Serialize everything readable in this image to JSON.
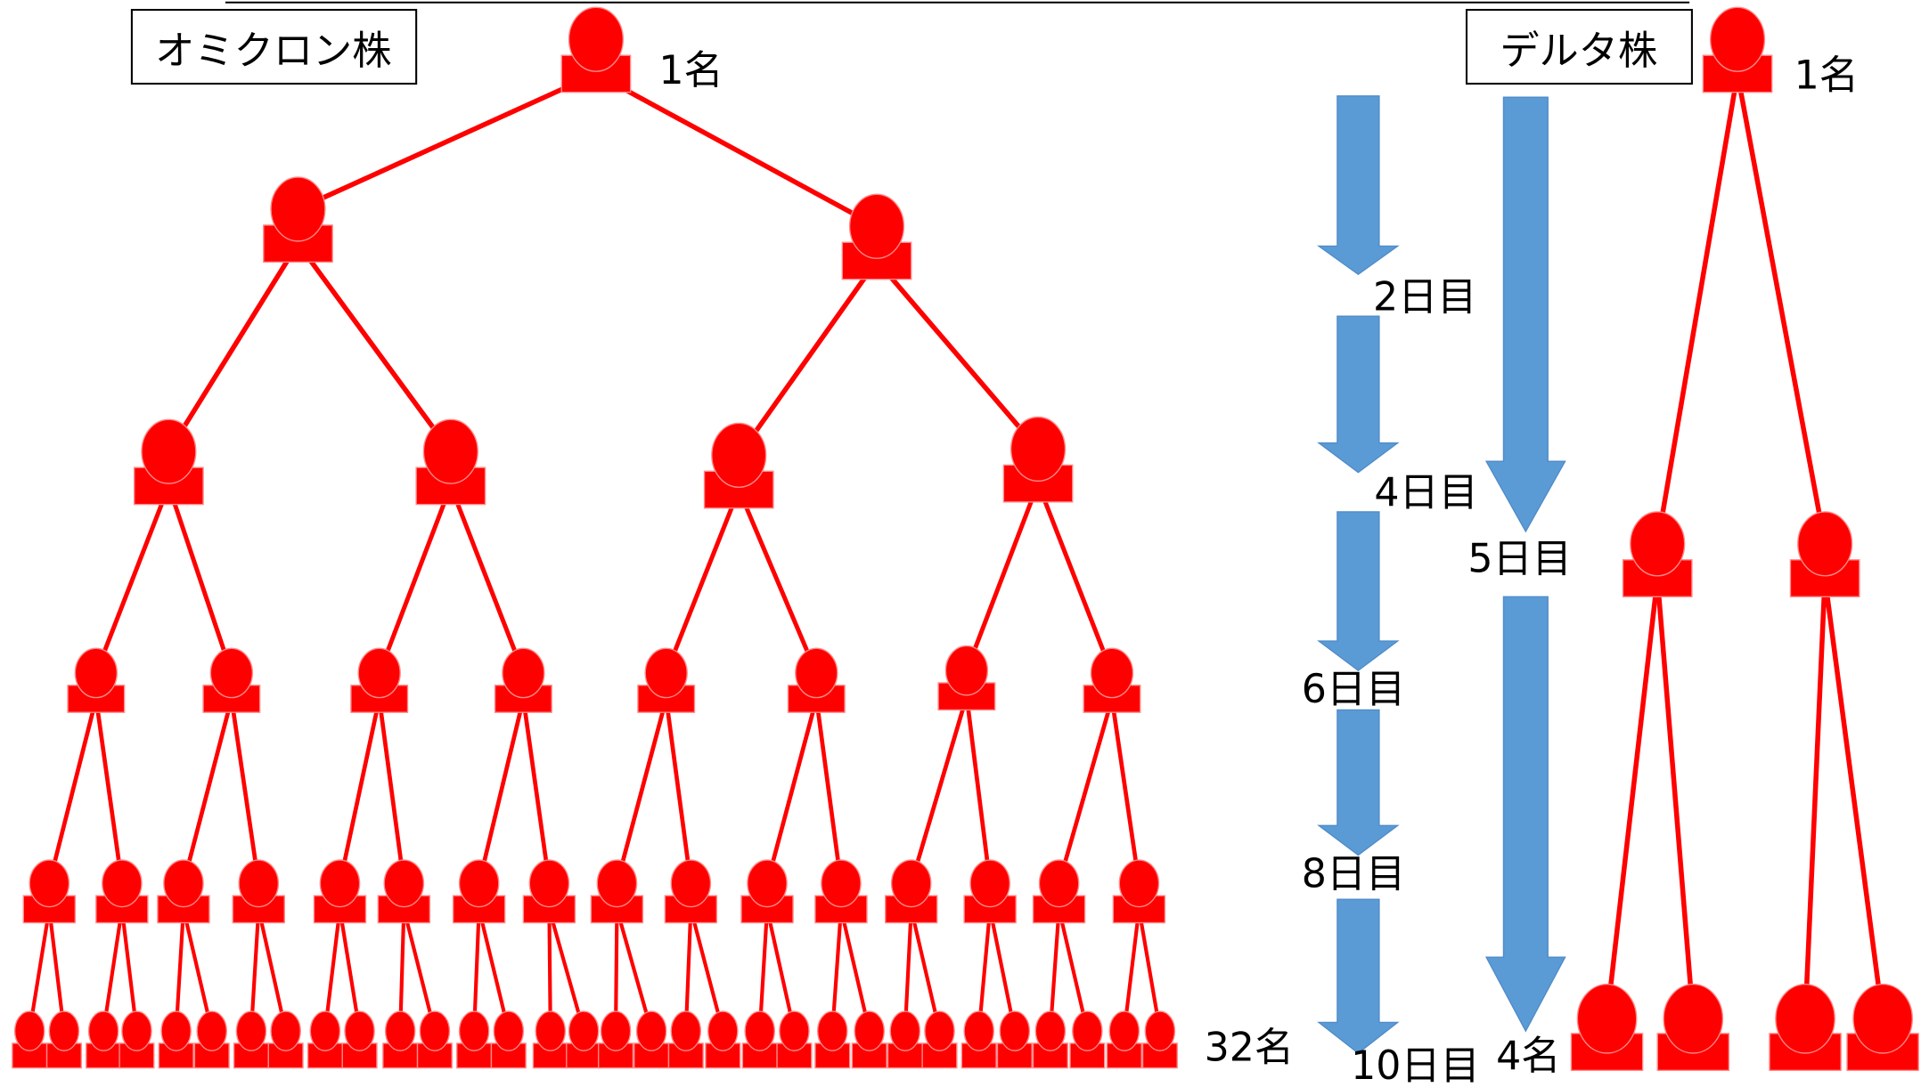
{
  "colors": {
    "person": "#ff0000",
    "person_outline": "#ff8a8a",
    "line": "#ff0000",
    "arrow": "#5b9bd5",
    "text": "#000000"
  },
  "omicron": {
    "label": "オミクロン株",
    "top_count": "1名",
    "bottom_count": "32名",
    "generations": [
      1,
      2,
      4,
      8,
      16,
      32
    ]
  },
  "timeline_omicron": [
    "2日目",
    "4日目",
    "6日目",
    "8日目",
    "10日目"
  ],
  "delta": {
    "label": "デルタ株",
    "top_count": "1名",
    "day_label": "5日目",
    "bottom_count": "4名",
    "generations": [
      1,
      2,
      4
    ]
  }
}
